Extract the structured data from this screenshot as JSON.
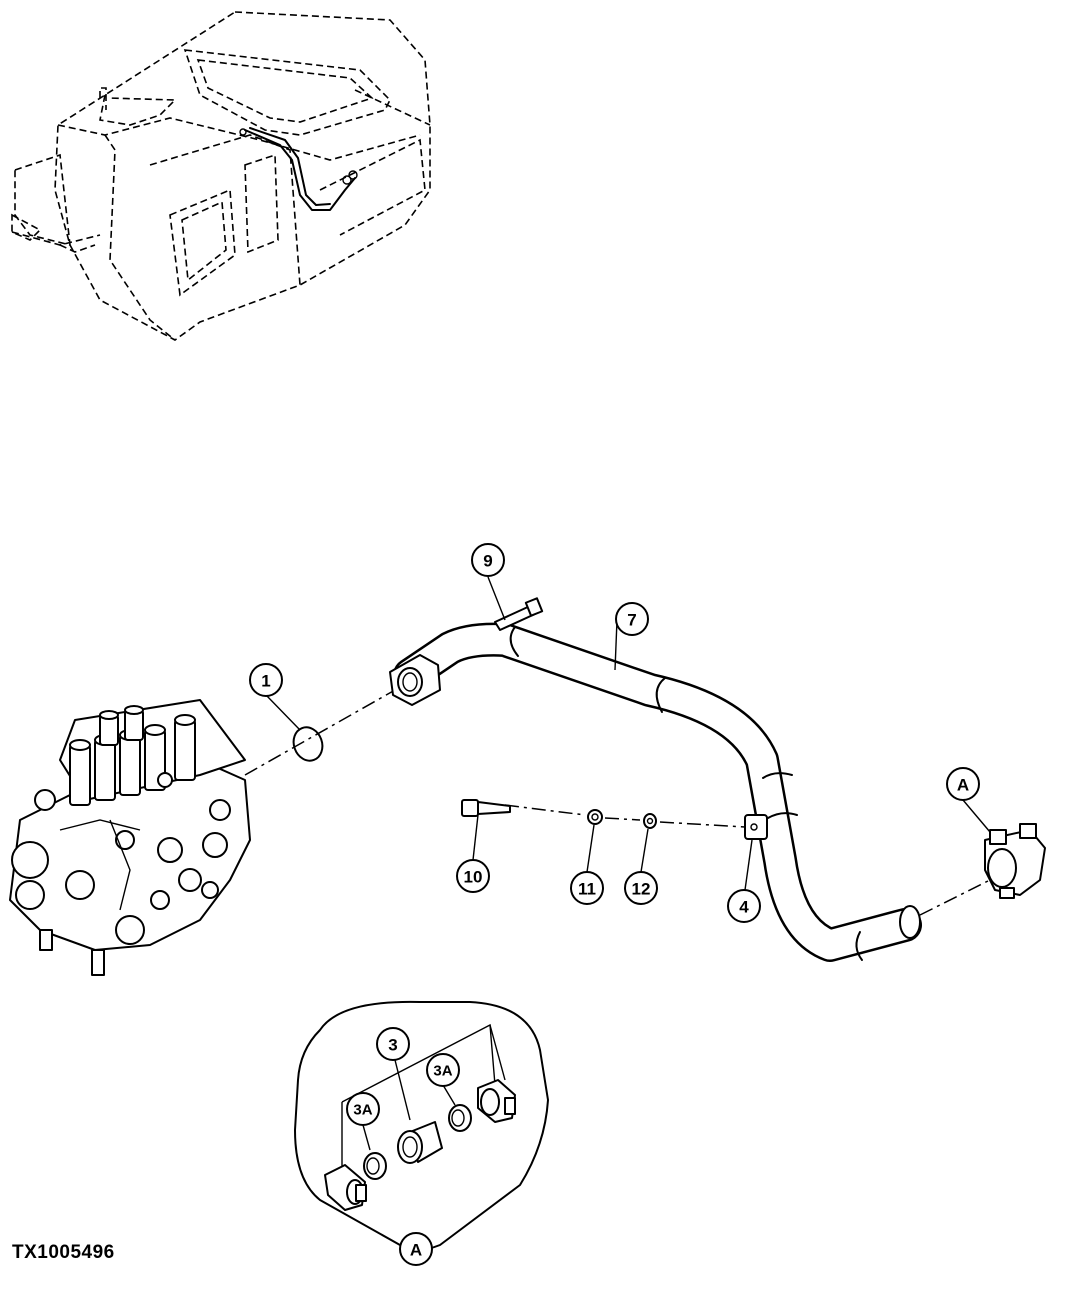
{
  "figure_id": "TX1005496",
  "callouts": {
    "c1": "1",
    "c3": "3",
    "c3a_left": "3A",
    "c3a_right": "3A",
    "c4": "4",
    "c7": "7",
    "c9": "9",
    "c10": "10",
    "c11": "11",
    "c12": "12",
    "cA_main": "A",
    "cA_detail": "A"
  }
}
